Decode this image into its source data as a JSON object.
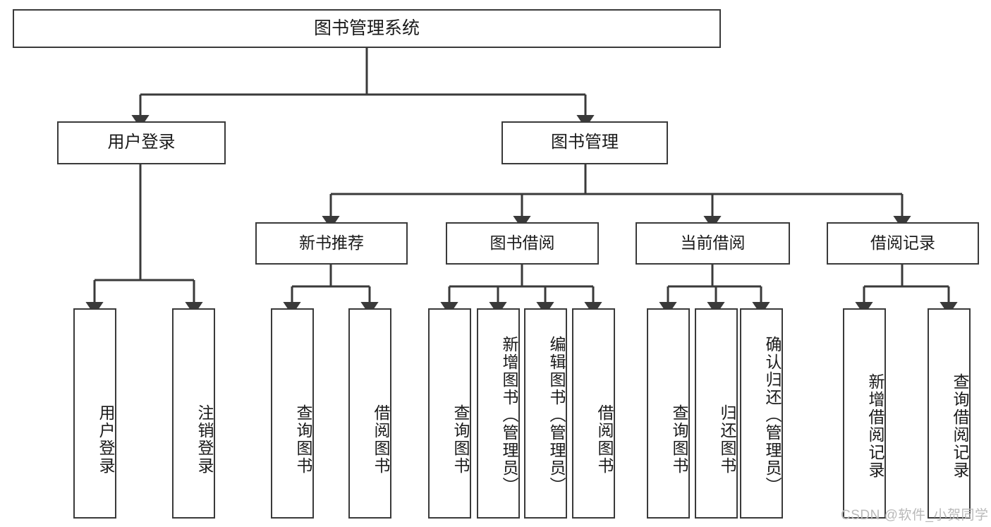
{
  "diagram": {
    "type": "tree-hierarchy",
    "title": "图书管理系统",
    "root": {
      "label": "图书管理系统"
    },
    "level2": [
      {
        "label": "用户登录"
      },
      {
        "label": "图书管理"
      }
    ],
    "level3": [
      {
        "label": "新书推荐"
      },
      {
        "label": "图书借阅"
      },
      {
        "label": "当前借阅"
      },
      {
        "label": "借阅记录"
      }
    ],
    "leaves": {
      "user_login": [
        {
          "label": "用户登录"
        },
        {
          "label": "注销登录"
        }
      ],
      "new_book_recommend": [
        {
          "label": "查询图书"
        },
        {
          "label": "借阅图书"
        }
      ],
      "book_borrow": [
        {
          "label": "查询图书"
        },
        {
          "label": "新增图书（管理员）"
        },
        {
          "label": "编辑图书（管理员）"
        },
        {
          "label": "借阅图书"
        }
      ],
      "current_borrow": [
        {
          "label": "查询图书"
        },
        {
          "label": "归还图书"
        },
        {
          "label": "确认归还（管理员）"
        }
      ],
      "borrow_records": [
        {
          "label": "新增借阅记录"
        },
        {
          "label": "查询借阅记录"
        }
      ]
    }
  },
  "watermark": {
    "text": "CSDN @软件_小贺同学"
  },
  "colors": {
    "stroke": "#3a3a3a",
    "background": "#ffffff",
    "text": "#1a1a1a",
    "watermark": "#b9b9b9"
  }
}
